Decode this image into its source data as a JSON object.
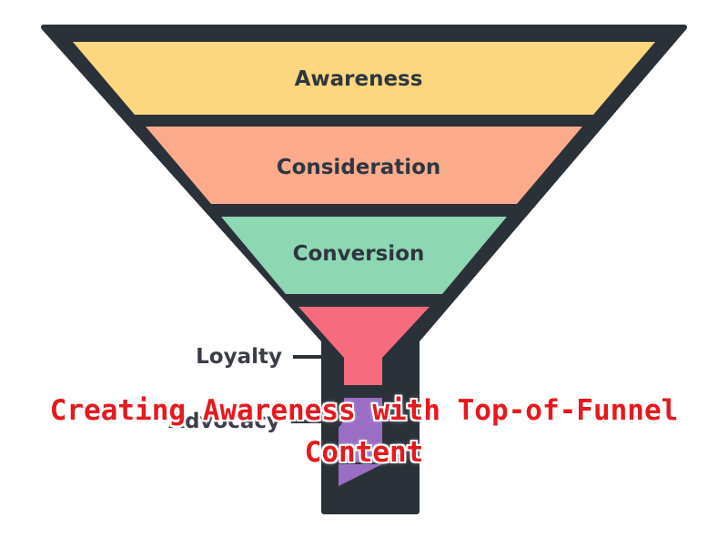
{
  "diagram": {
    "stages": [
      {
        "label": "Awareness",
        "color": "#fcd77f"
      },
      {
        "label": "Consideration",
        "color": "#fbab8c"
      },
      {
        "label": "Conversion",
        "color": "#8ed7b3"
      },
      {
        "label": "Loyalty",
        "color": "#f76b7e"
      },
      {
        "label": "Advocacy",
        "color": "#9a6ec4"
      }
    ],
    "outline_color": "#2b3138"
  },
  "overlay": {
    "line1": "Creating Awareness with Top-of-Funnel",
    "line2": "Content",
    "color": "#e6191e"
  }
}
